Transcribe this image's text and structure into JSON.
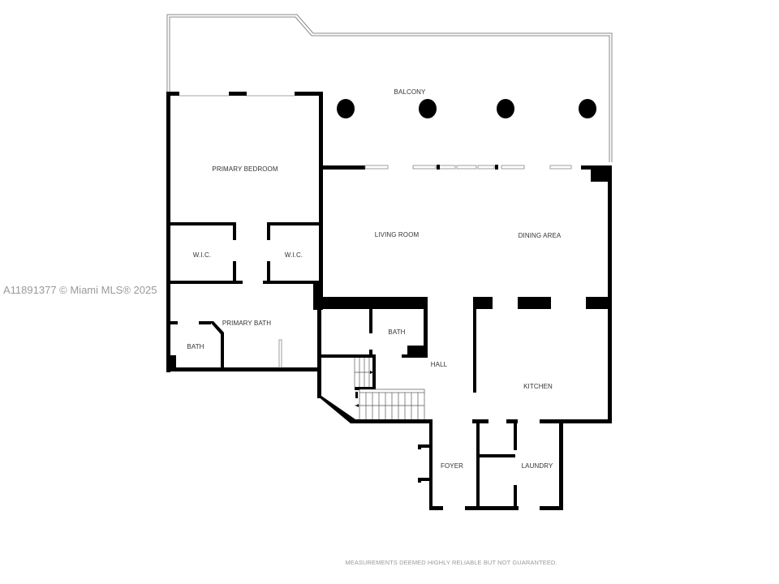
{
  "watermark": "A11891377 © Miami MLS® 2025",
  "disclaimer": "MEASUREMENTS DEEMED HIGHLY RELIABLE BUT NOT GUARANTEED.",
  "rooms": {
    "balcony": "BALCONY",
    "primary_bedroom": "PRIMARY BEDROOM",
    "wic_left": "W.I.C.",
    "wic_right": "W.I.C.",
    "primary_bath": "PRIMARY BATH",
    "bath_primary": "BATH",
    "living_room": "LIVING ROOM",
    "dining_area": "DINING AREA",
    "bath_hall": "BATH",
    "hall": "HALL",
    "kitchen": "KITCHEN",
    "foyer": "FOYER",
    "laundry": "LAUNDRY"
  },
  "colors": {
    "wall": "#000000",
    "railing": "#888888",
    "text": "#333333",
    "watermark": "#9a9a9a"
  }
}
